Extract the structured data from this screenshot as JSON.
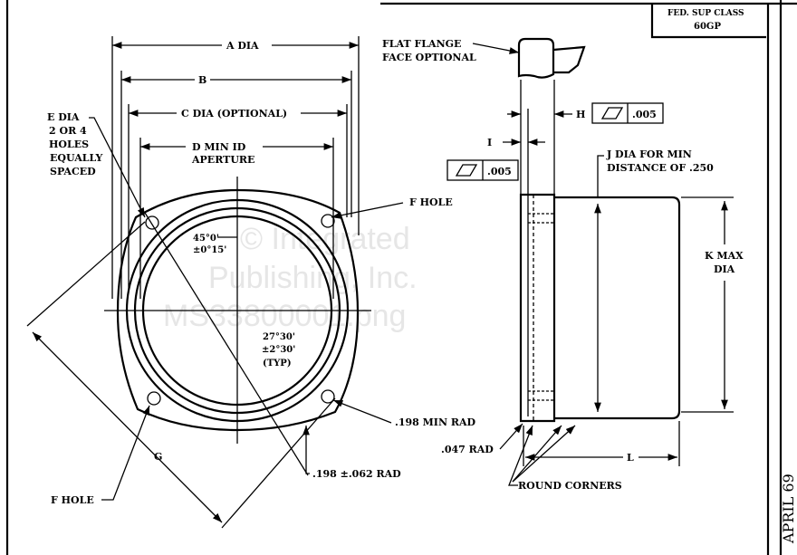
{
  "title_block": {
    "line1": "FED. SUP CLASS",
    "line2": "60GP"
  },
  "date": "APRIL 69",
  "watermark": {
    "line1": "© Integrated",
    "line2": "Publishing, Inc.",
    "line3": "MS33800001.png"
  },
  "front_view": {
    "a_dia": "A DIA",
    "b": "B",
    "c_dia": "C DIA (OPTIONAL)",
    "d_min_id_1": "D MIN ID",
    "d_min_id_2": "APERTURE",
    "e_dia": [
      "E DIA",
      "2 OR 4",
      "HOLES",
      "EQUALLY",
      "SPACED"
    ],
    "f_hole_top": "F HOLE",
    "f_hole_bottom": "F HOLE",
    "angle_45_1": "45°0'",
    "angle_45_2": "±0°15'",
    "angle_27_1": "27°30'",
    "angle_27_2": "±2°30'",
    "angle_27_3": "(TYP)",
    "rad_198_min": ".198 MIN RAD",
    "rad_198_tol": ".198 ±.062 RAD",
    "g": "G"
  },
  "side_view": {
    "flange_1": "FLAT FLANGE",
    "flange_2": "FACE OPTIONAL",
    "h": "H",
    "h_tol": ".005",
    "i": "I",
    "i_tol": ".005",
    "j_1": "J DIA FOR MIN",
    "j_2": "DISTANCE OF .250",
    "k_1": "K MAX",
    "k_2": "DIA",
    "rad_047": ".047 RAD",
    "l": "L",
    "round_corners": "ROUND CORNERS"
  }
}
